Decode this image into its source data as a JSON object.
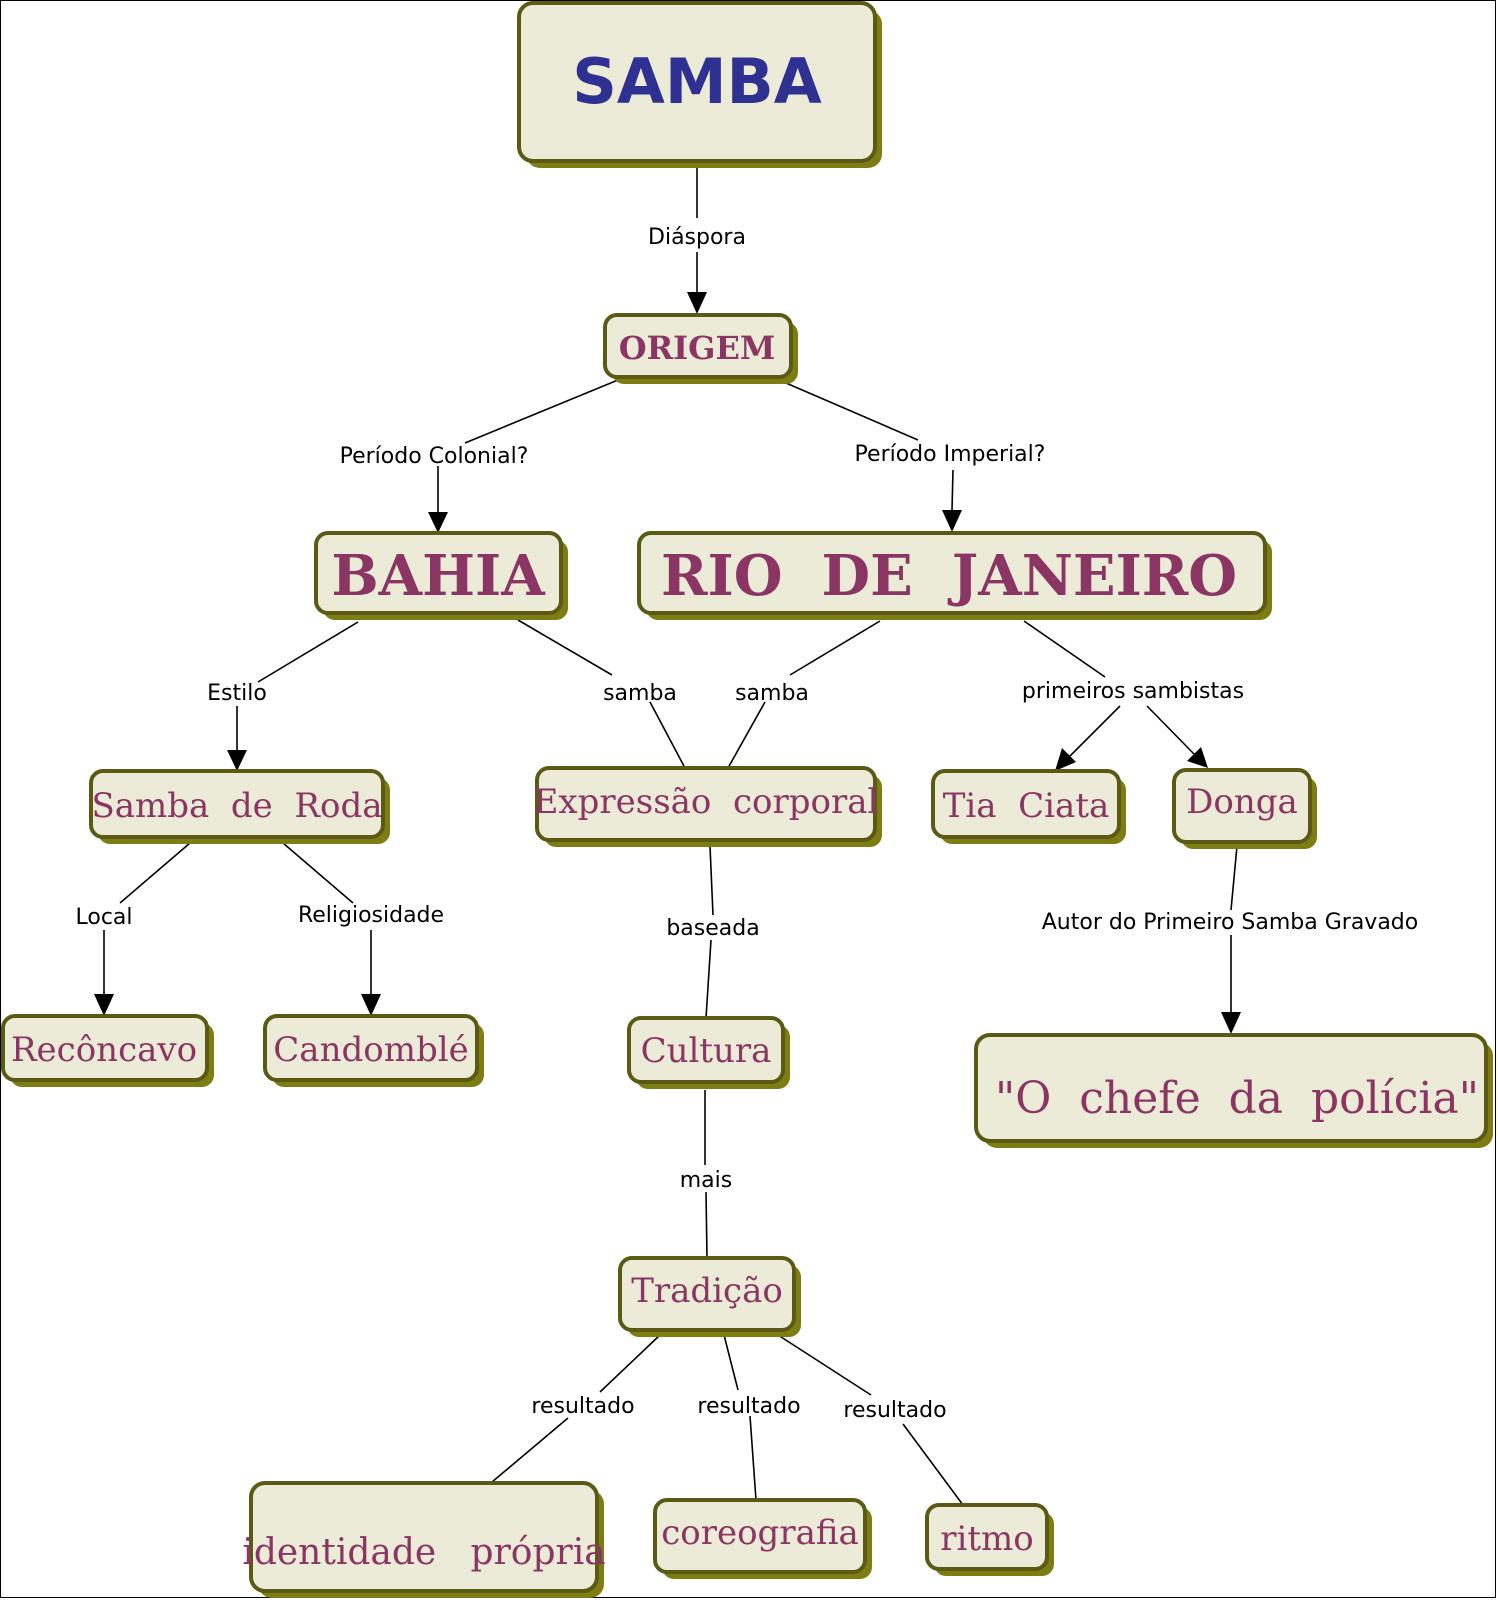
{
  "map": {
    "colors": {
      "node_fill": "#ebebd7",
      "node_border": "#5a5a14",
      "node_shadow": "#7d7d14",
      "node_text": "#8b3564",
      "root_text": "#2e3192",
      "link": "#000000"
    },
    "nodes": {
      "samba": "SAMBA",
      "origem": "ORIGEM",
      "bahia": "BAHIA",
      "rio": "RIO  DE  JANEIRO",
      "samba_de_roda": "Samba  de  Roda",
      "expressao": "Expressão  corporal",
      "tia_ciata": "Tia  Ciata",
      "donga": "Donga",
      "reconcavo": "Recôncavo",
      "candomble": "Candomblé",
      "cultura": "Cultura",
      "chefe": "\"O  chefe  da  polícia\"",
      "tradicao": "Tradição",
      "identidade": "identidade   própria",
      "coreografia": "coreografia",
      "ritmo": "ritmo"
    },
    "links": {
      "diaspora": "Diáspora",
      "colonial": "Período Colonial?",
      "imperial": "Período Imperial?",
      "estilo": "Estilo",
      "samba_bahia": "samba",
      "samba_rio": "samba",
      "primeiros": "primeiros sambistas",
      "local": "Local",
      "religiosidade": "Religiosidade",
      "baseada": "baseada",
      "autor": "Autor do Primeiro Samba Gravado",
      "mais": "mais",
      "resultado_1": "resultado",
      "resultado_2": "resultado",
      "resultado_3": "resultado"
    }
  }
}
